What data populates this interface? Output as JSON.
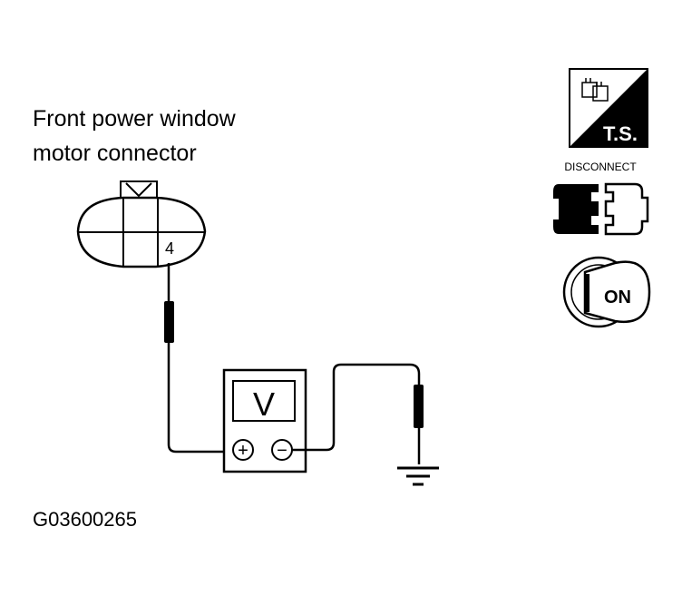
{
  "connector": {
    "caption_line1": "Front power window",
    "caption_line2": "motor connector",
    "terminal_number": "4"
  },
  "meter": {
    "display": "V",
    "plus_symbol": "+",
    "minus_symbol": "−"
  },
  "icons": {
    "ts_label": "T.S.",
    "disconnect_label": "DISCONNECT",
    "ignition_label": "ON"
  },
  "figure_id": "G03600265",
  "colors": {
    "line": "#000000",
    "background": "#ffffff"
  }
}
